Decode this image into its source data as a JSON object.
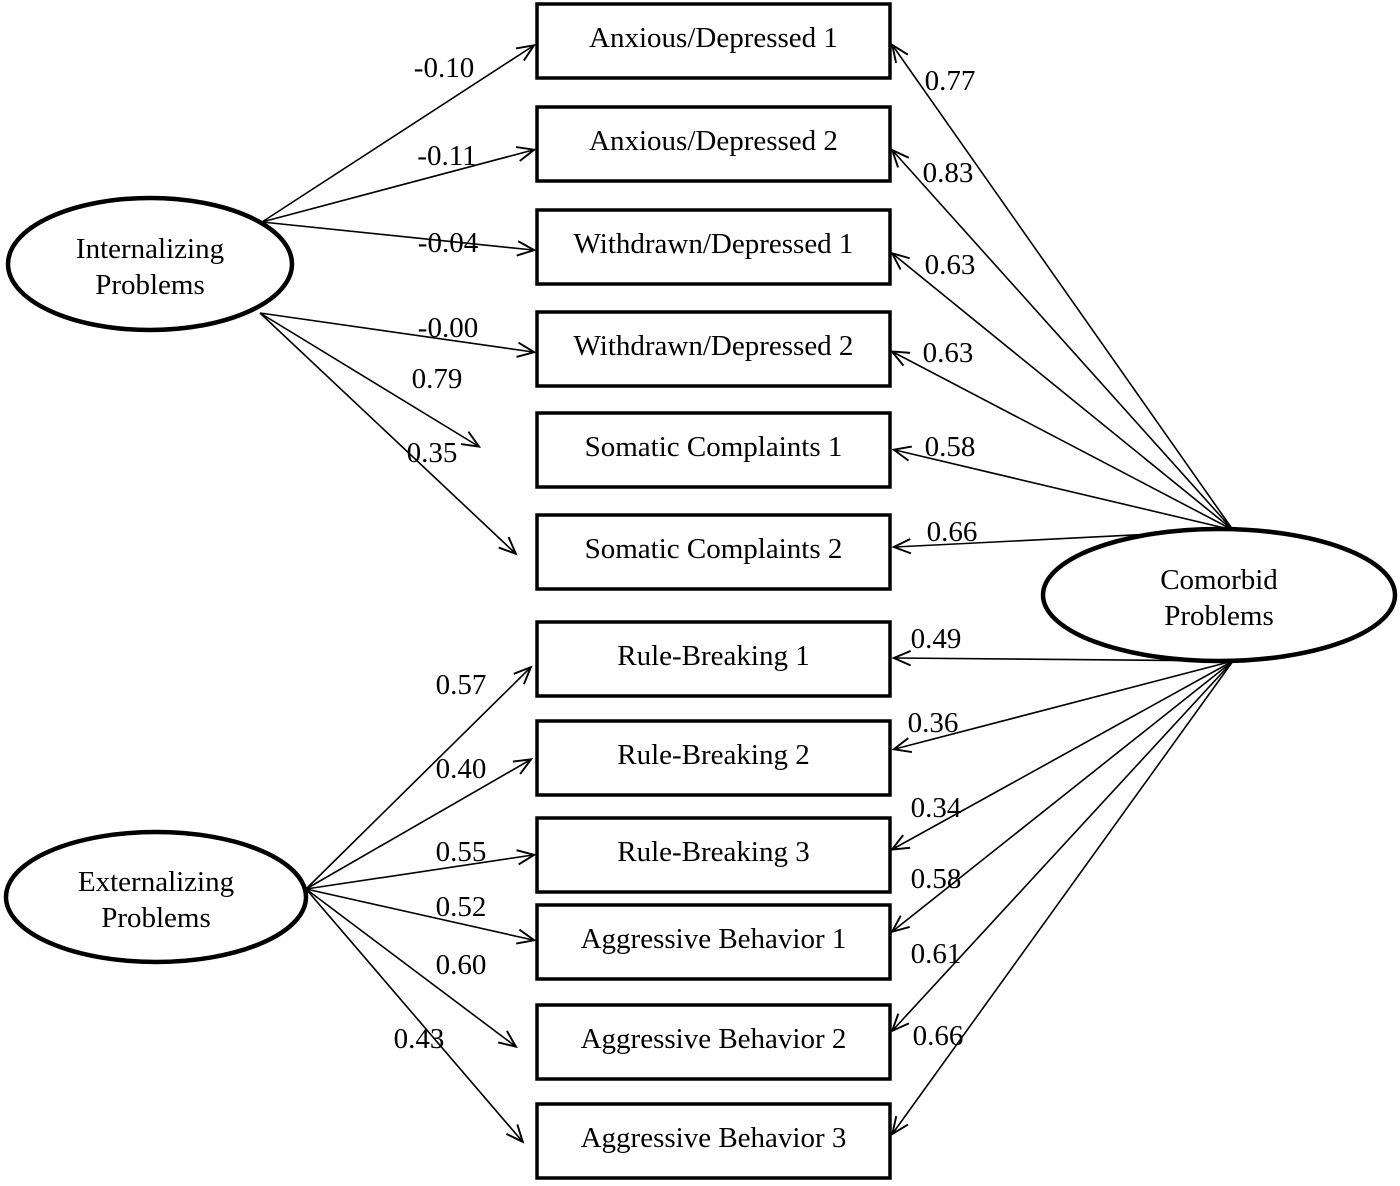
{
  "figure": {
    "type": "sem-path-diagram",
    "colors": {
      "stroke": "#000000",
      "background": "#ffffff"
    },
    "latents": [
      {
        "id": "internalizing",
        "line1": "Internalizing",
        "line2": "Problems"
      },
      {
        "id": "externalizing",
        "line1": "Externalizing",
        "line2": "Problems"
      },
      {
        "id": "comorbid",
        "line1": "Comorbid",
        "line2": "Problems"
      }
    ],
    "indicators": [
      "Anxious/Depressed 1",
      "Anxious/Depressed 2",
      "Withdrawn/Depressed 1",
      "Withdrawn/Depressed 2",
      "Somatic Complaints 1",
      "Somatic Complaints 2",
      "Rule-Breaking 1",
      "Rule-Breaking 2",
      "Rule-Breaking 3",
      "Aggressive Behavior 1",
      "Aggressive Behavior 2",
      "Aggressive Behavior 3"
    ],
    "loadings": {
      "internalizing": [
        {
          "indicator": "Anxious/Depressed 1",
          "value": "-0.10"
        },
        {
          "indicator": "Anxious/Depressed 2",
          "value": "-0.11"
        },
        {
          "indicator": "Withdrawn/Depressed 1",
          "value": "-0.04"
        },
        {
          "indicator": "Withdrawn/Depressed 2",
          "value": "-0.00"
        },
        {
          "indicator": "Somatic Complaints 1",
          "value": "0.79"
        },
        {
          "indicator": "Somatic Complaints 2",
          "value": "0.35"
        }
      ],
      "externalizing": [
        {
          "indicator": "Rule-Breaking 1",
          "value": "0.57"
        },
        {
          "indicator": "Rule-Breaking 2",
          "value": "0.40"
        },
        {
          "indicator": "Rule-Breaking 3",
          "value": "0.55"
        },
        {
          "indicator": "Aggressive Behavior 1",
          "value": "0.52"
        },
        {
          "indicator": "Aggressive Behavior 2",
          "value": "0.60"
        },
        {
          "indicator": "Aggressive Behavior 3",
          "value": "0.43"
        }
      ],
      "comorbid": [
        {
          "indicator": "Anxious/Depressed 1",
          "value": "0.77"
        },
        {
          "indicator": "Anxious/Depressed 2",
          "value": "0.83"
        },
        {
          "indicator": "Withdrawn/Depressed 1",
          "value": "0.63"
        },
        {
          "indicator": "Withdrawn/Depressed 2",
          "value": "0.63"
        },
        {
          "indicator": "Somatic Complaints 1",
          "value": "0.58"
        },
        {
          "indicator": "Somatic Complaints 2",
          "value": "0.66"
        },
        {
          "indicator": "Rule-Breaking 1",
          "value": "0.49"
        },
        {
          "indicator": "Rule-Breaking 2",
          "value": "0.36"
        },
        {
          "indicator": "Rule-Breaking 3",
          "value": "0.34"
        },
        {
          "indicator": "Aggressive Behavior 1",
          "value": "0.58"
        },
        {
          "indicator": "Aggressive Behavior 2",
          "value": "0.61"
        },
        {
          "indicator": "Aggressive Behavior 3",
          "value": "0.66"
        }
      ]
    }
  }
}
